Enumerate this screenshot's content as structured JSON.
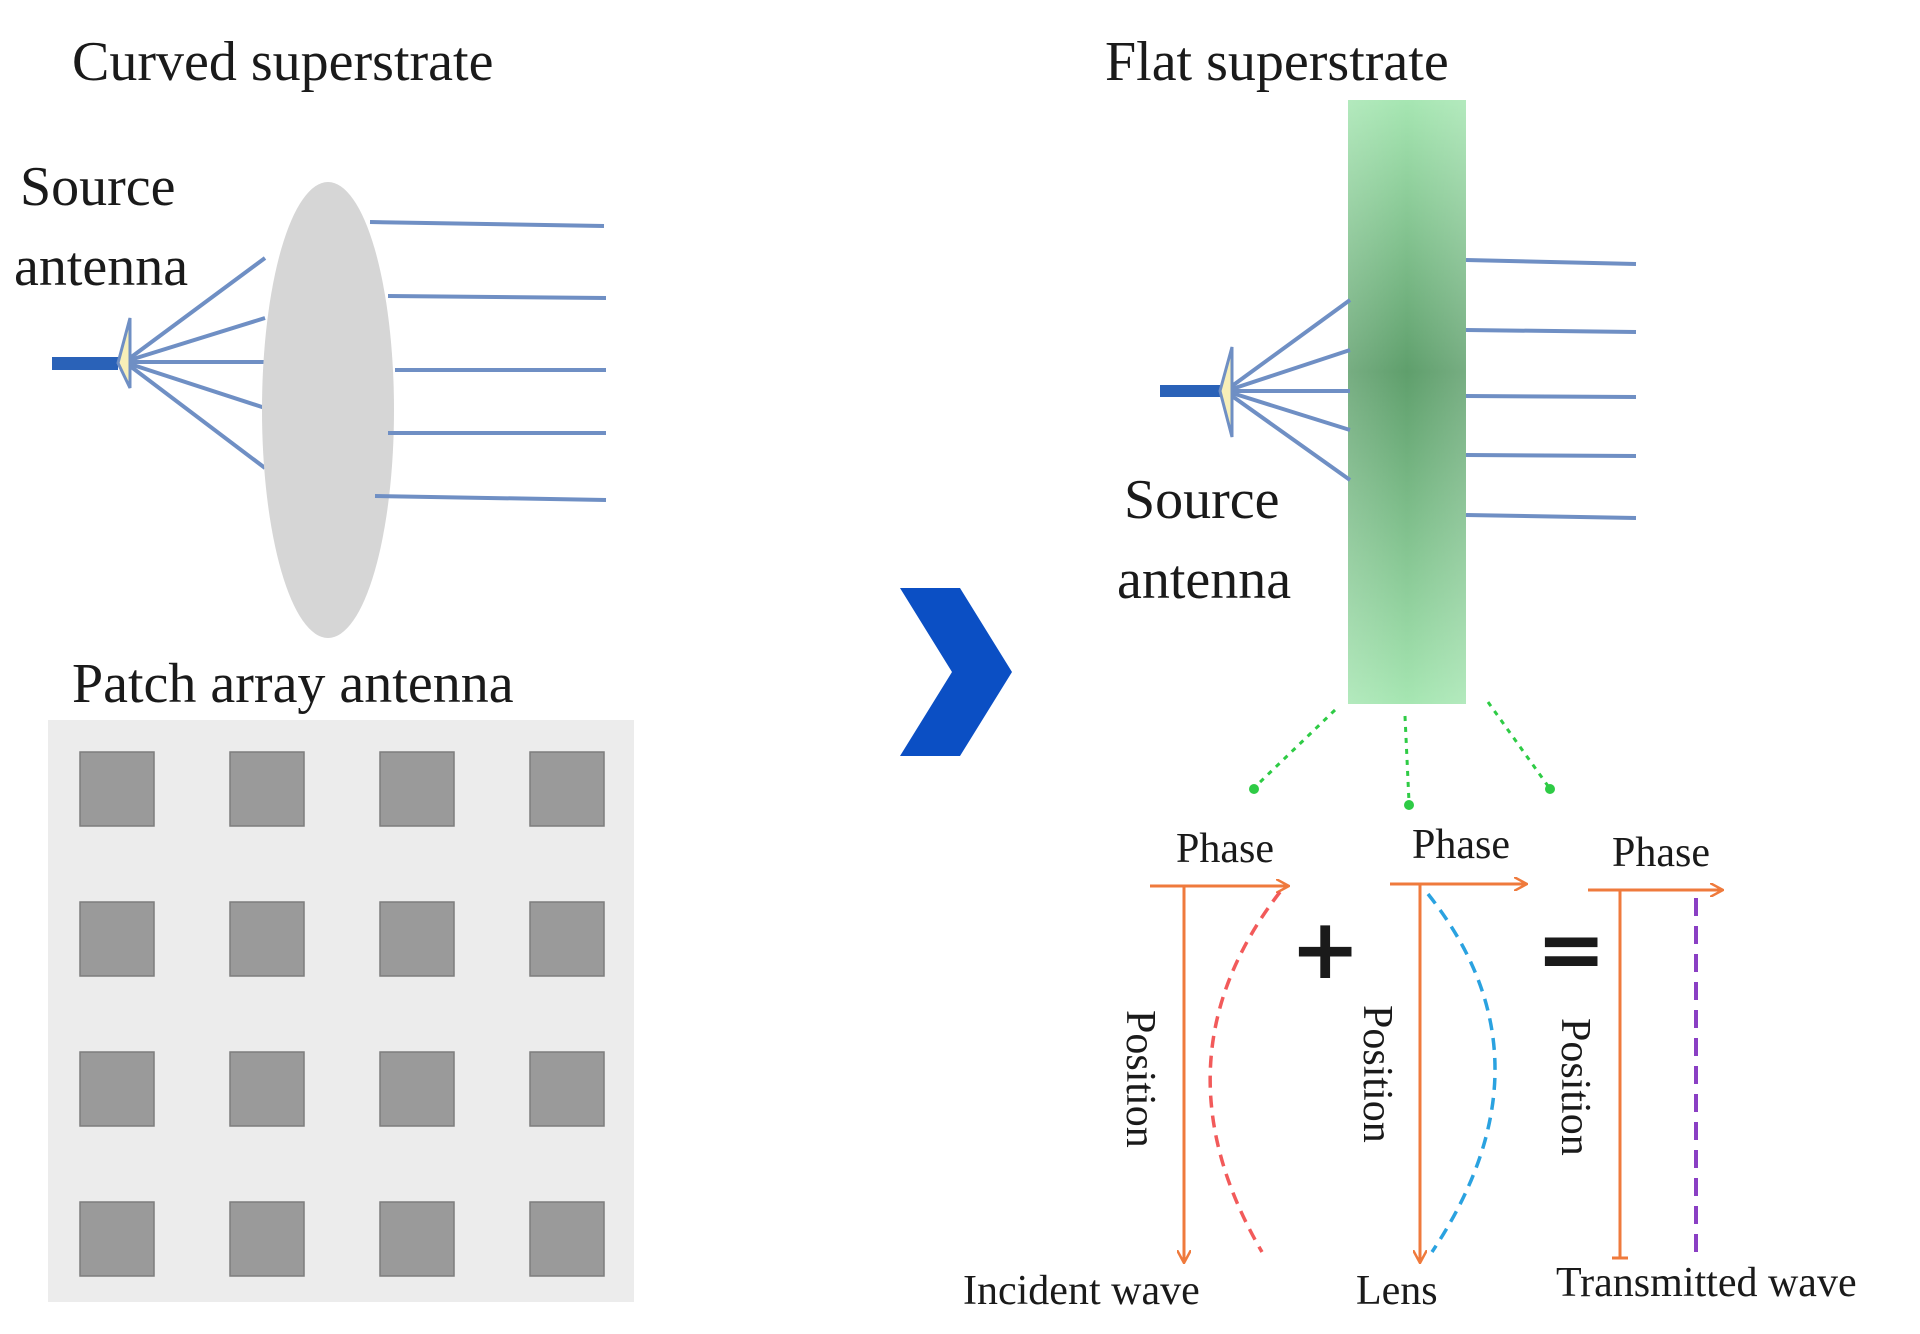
{
  "left_panel": {
    "curved_title": "Curved superstrate",
    "source_label_1": "Source",
    "source_label_2": "antenna",
    "patch_title": "Patch array antenna"
  },
  "right_panel": {
    "flat_title": "Flat superstrate",
    "source_label_1": "Source",
    "source_label_2": "antenna"
  },
  "phase_diagrams": {
    "axis_phase": "Phase",
    "axis_position": "Position",
    "plus_sign": "+",
    "equals_sign": "=",
    "incident": "Incident wave",
    "lens": "Lens",
    "transmitted": "Transmitted wave"
  },
  "colors": {
    "ray": "#6f8fc4",
    "feed": "#2a62b8",
    "arrow": "#0b4fc4",
    "lens": "#d6d6d6",
    "superstrate": "#8fdca0",
    "axis": "#ef7a3c",
    "incident_curve": "#f25a5a",
    "lens_curve": "#2aa2e0",
    "transmitted_line": "#8a3fc4",
    "dotted": "#2ecb45",
    "patch": "#9a9a9a",
    "patch_bg": "#ececec"
  }
}
